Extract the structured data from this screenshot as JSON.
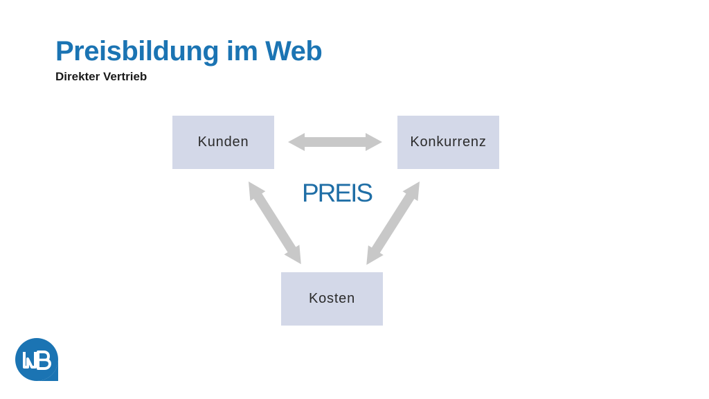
{
  "slide": {
    "title": "Preisbildung im Web",
    "subtitle": "Direkter Vertrieb"
  },
  "diagram": {
    "center_label": "PREIS",
    "nodes": [
      {
        "id": "kunden",
        "label": "Kunden"
      },
      {
        "id": "konkurrenz",
        "label": "Konkurrenz"
      },
      {
        "id": "kosten",
        "label": "Kosten"
      }
    ],
    "edges": [
      {
        "from": "kunden",
        "to": "konkurrenz",
        "direction": "bidirectional"
      },
      {
        "from": "kunden",
        "to": "kosten",
        "direction": "bidirectional"
      },
      {
        "from": "konkurrenz",
        "to": "kosten",
        "direction": "bidirectional"
      }
    ]
  },
  "logo": {
    "icon": "wb-logo-icon",
    "color": "#1b74b3"
  },
  "colors": {
    "title": "#1b74b3",
    "node_fill": "#d3d8e8",
    "arrow": "#c8c8c8",
    "center_label": "#1f6ea6"
  }
}
